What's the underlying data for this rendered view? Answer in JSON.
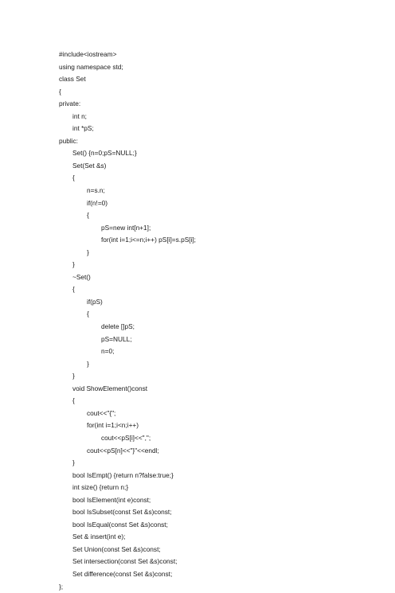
{
  "document": {
    "lines": [
      {
        "text": "#include<iostream>",
        "indent": 0
      },
      {
        "text": "using namespace std;",
        "indent": 0
      },
      {
        "text": "class Set",
        "indent": 0
      },
      {
        "text": "{",
        "indent": 0
      },
      {
        "text": "private:",
        "indent": 0
      },
      {
        "text": "int n;",
        "indent": 1
      },
      {
        "text": "int *pS;",
        "indent": 1
      },
      {
        "text": "public:",
        "indent": 0
      },
      {
        "text": "Set() {n=0;pS=NULL;}",
        "indent": 1
      },
      {
        "text": "Set(Set &s)",
        "indent": 1
      },
      {
        "text": "{",
        "indent": 1
      },
      {
        "text": "n=s.n;",
        "indent": 2
      },
      {
        "text": "if(n!=0)",
        "indent": 2
      },
      {
        "text": "{",
        "indent": 2
      },
      {
        "text": "pS=new int[n+1];",
        "indent": 3
      },
      {
        "text": "for(int i=1;i<=n;i++) pS[i]=s.pS[i];",
        "indent": 3
      },
      {
        "text": "}",
        "indent": 2
      },
      {
        "text": "}",
        "indent": 1
      },
      {
        "text": "~Set()",
        "indent": 1
      },
      {
        "text": "{",
        "indent": 1
      },
      {
        "text": "if(pS)",
        "indent": 2
      },
      {
        "text": "{",
        "indent": 2
      },
      {
        "text": "delete []pS;",
        "indent": 3
      },
      {
        "text": "pS=NULL;",
        "indent": 3
      },
      {
        "text": "n=0;",
        "indent": 3
      },
      {
        "text": "}",
        "indent": 2
      },
      {
        "text": "}",
        "indent": 1
      },
      {
        "text": "void ShowElement()const",
        "indent": 1
      },
      {
        "text": "{",
        "indent": 1
      },
      {
        "text": "cout<<\"{\";",
        "indent": 2
      },
      {
        "text": "for(int i=1;i<n;i++)",
        "indent": 2
      },
      {
        "text": "cout<<pS[i]<<\",\";",
        "indent": 3
      },
      {
        "text": "cout<<pS[n]<<\"}\"<<endl;",
        "indent": 2
      },
      {
        "text": "}",
        "indent": 1
      },
      {
        "text": "bool IsEmpt() {return n?false:true;}",
        "indent": 1
      },
      {
        "text": "int size() {return n;}",
        "indent": 1
      },
      {
        "text": "bool IsElement(int e)const;",
        "indent": 1
      },
      {
        "text": "bool IsSubset(const Set &s)const;",
        "indent": 1
      },
      {
        "text": "bool IsEqual(const Set &s)const;",
        "indent": 1
      },
      {
        "text": "Set & insert(int e);",
        "indent": 1
      },
      {
        "text": "Set Union(const Set &s)const;",
        "indent": 1
      },
      {
        "text": "Set intersection(const Set &s)const;",
        "indent": 1
      },
      {
        "text": "Set difference(const Set &s)const;",
        "indent": 1
      },
      {
        "text": "};",
        "indent": 0
      }
    ]
  }
}
